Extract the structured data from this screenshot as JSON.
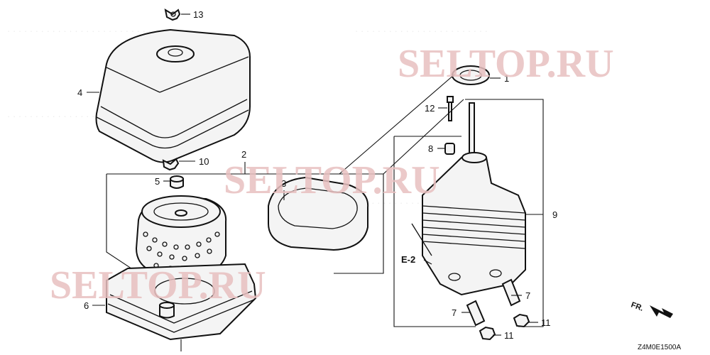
{
  "diagram": {
    "callouts": {
      "c1": "1",
      "c2": "2",
      "c3": "3",
      "c4": "4",
      "c5": "5",
      "c6": "6",
      "c7a": "7",
      "c7b": "7",
      "c8": "8",
      "c9": "9",
      "c10": "10",
      "c11a": "11",
      "c11b": "11",
      "c12": "12",
      "c13": "13"
    },
    "ref_label": "E-2",
    "front_label": "FR.",
    "drawing_code": "Z4M0E1500A",
    "watermarks": [
      "SELTOP.RU",
      "SELTOP.RU",
      "SELTOP.RU"
    ]
  }
}
